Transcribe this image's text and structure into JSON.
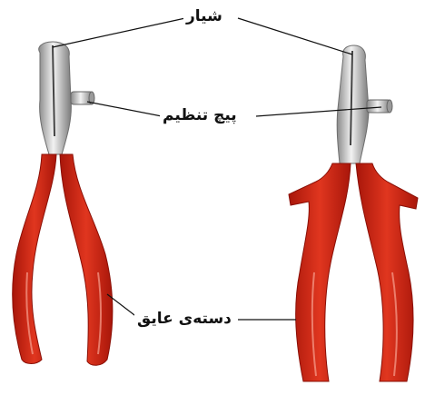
{
  "labels": {
    "slot": "شیار",
    "adjust_screw": "پیچ تنظیم",
    "insulated_handle": "دسته‌ی عایق"
  },
  "colors": {
    "handle_red": "#d62a18",
    "handle_dark": "#a8160a",
    "metal": "#cfcfcf",
    "metal_dark": "#7d7d7d",
    "leader_line": "#111111"
  }
}
